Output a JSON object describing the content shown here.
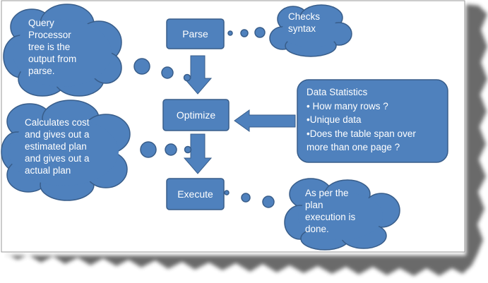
{
  "colors": {
    "shape_fill": "#4f81bd",
    "shape_stroke": "#385d8a",
    "text": "#ffffff",
    "background": "#ffffff"
  },
  "steps": {
    "parse": "Parse",
    "optimize": "Optimize",
    "execute": "Execute"
  },
  "notes": {
    "query_tree": "Query\nProcessor\ntree is the\noutput from\nparse.",
    "checks_syntax": "Checks\nsyntax",
    "calculates_cost": "Calculates cost\nand gives out a\nestimated plan\nand gives out a\nactual plan",
    "execution_done": "As per the\nplan\nexecution is\ndone."
  },
  "data_statistics": {
    "title": "Data Statistics",
    "items": [
      "• How many rows ?",
      "•Unique data",
      "•Does the table span over",
      "more than one page ?"
    ]
  }
}
